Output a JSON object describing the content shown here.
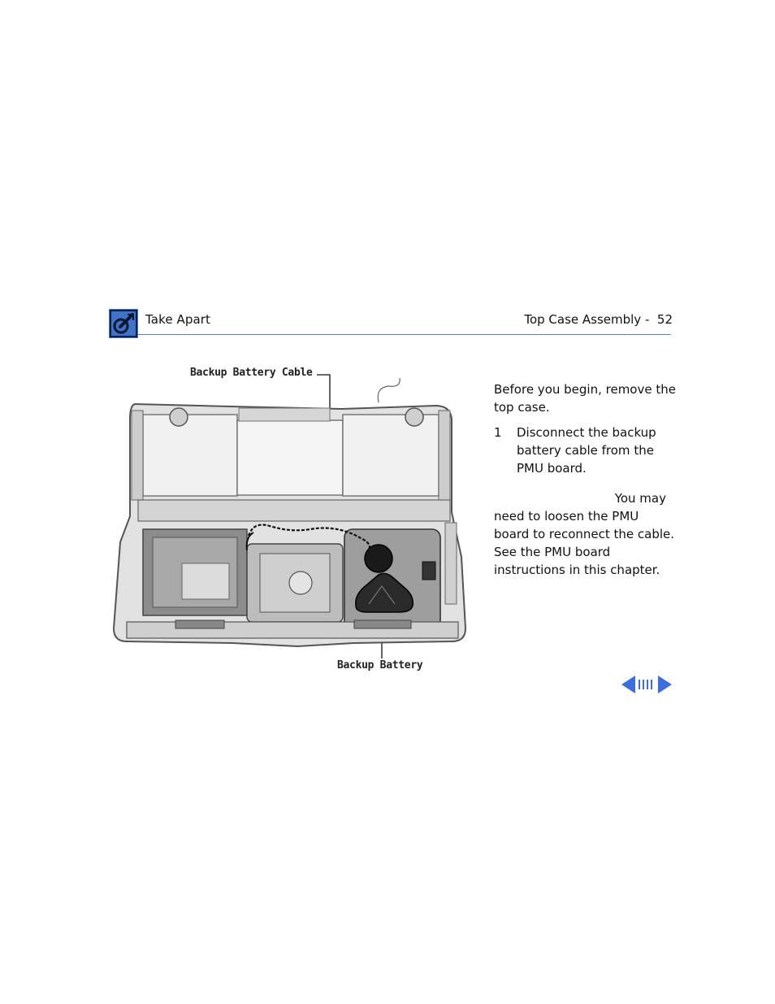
{
  "header": {
    "section_title": "Take Apart",
    "page_title": "Top Case Assembly -  52",
    "logo_icon": "apple-service-logo-icon",
    "accent_color": "#3e74c8",
    "rule_color": "#5a7fa8"
  },
  "figure": {
    "callout_cable": "Backup Battery Cable",
    "callout_battery": "Backup Battery"
  },
  "body": {
    "intro": "Before you begin, remove the top case.",
    "steps": [
      {
        "number": "1",
        "text": "Disconnect the backup battery cable from the PMU board."
      }
    ],
    "note_lead": "You may",
    "note_rest": "need to loosen the PMU board to reconnect the cable. See the PMU board instructions in this chapter."
  },
  "nav": {
    "prev_icon": "arrow-left-icon",
    "index_icon": "page-index-icon",
    "next_icon": "arrow-right-icon",
    "color": "#3b6fe0"
  }
}
